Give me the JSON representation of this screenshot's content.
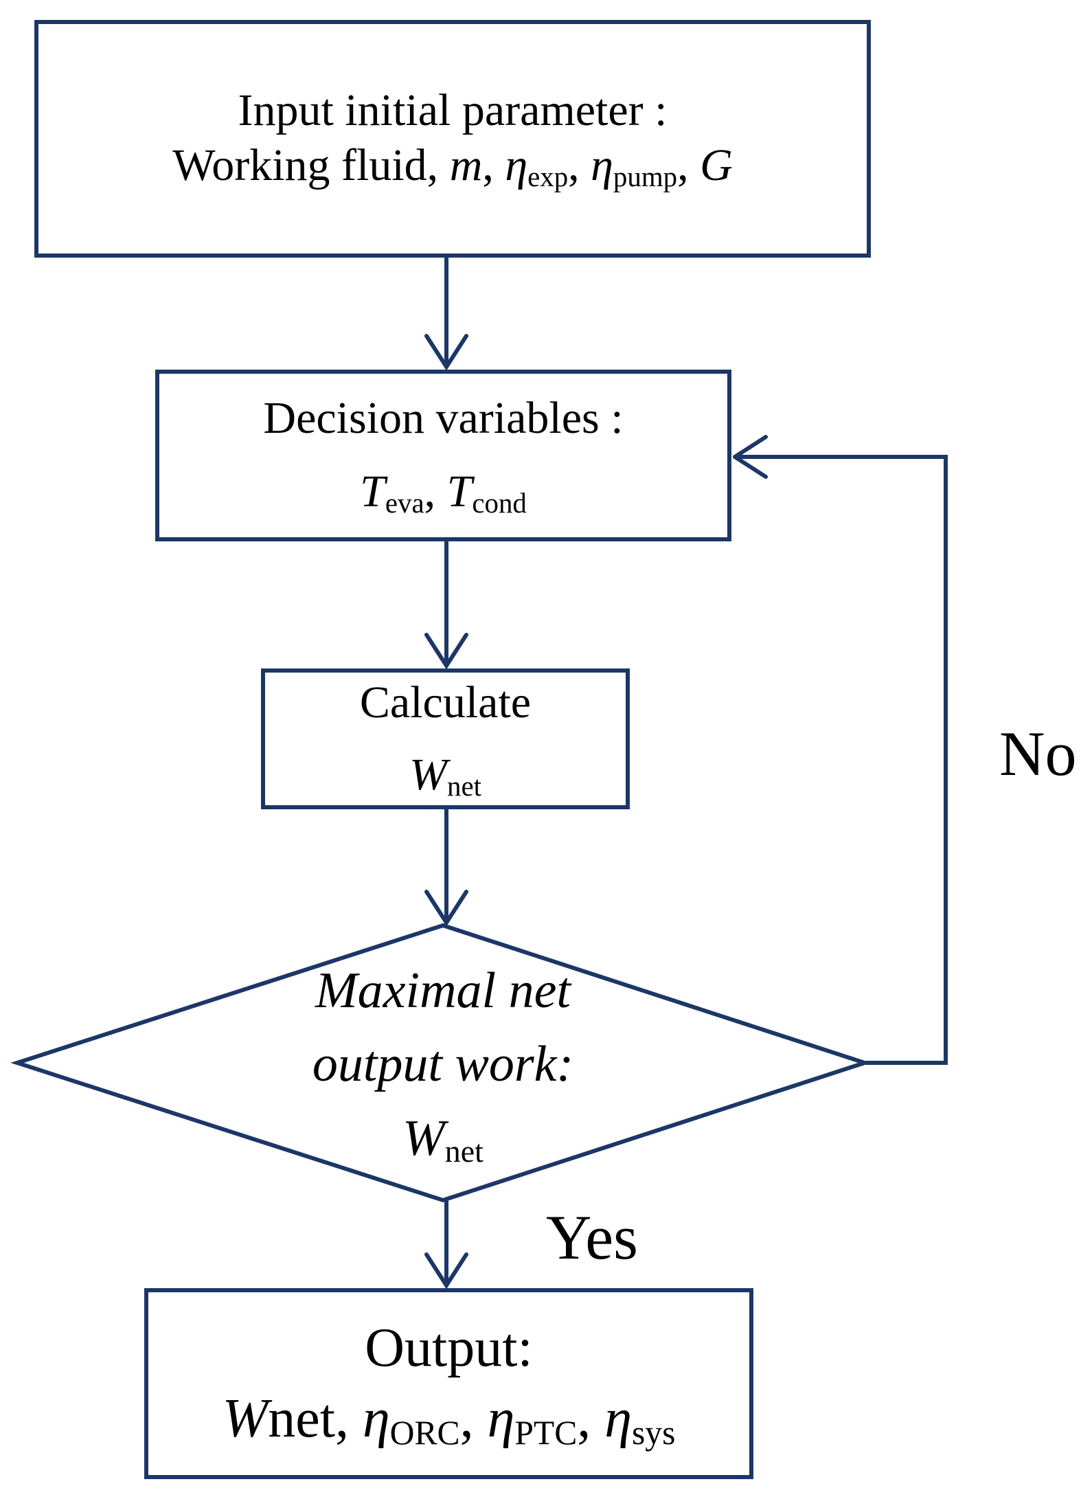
{
  "colors": {
    "line": "#1c3766",
    "text": "#000000",
    "background": "#ffffff"
  },
  "labels": {
    "yes": "Yes",
    "no": "No"
  },
  "nodes": {
    "input": {
      "line1": "Input initial parameter :",
      "line2": [
        {
          "text": "Working fluid, ",
          "style": "normal"
        },
        {
          "text": "m",
          "style": "italic"
        },
        {
          "text": ", ",
          "style": "normal"
        },
        {
          "text": "η",
          "style": "italic"
        },
        {
          "text": "exp",
          "style": "sub"
        },
        {
          "text": ", ",
          "style": "normal"
        },
        {
          "text": "η",
          "style": "italic"
        },
        {
          "text": "pump",
          "style": "sub"
        },
        {
          "text": ", ",
          "style": "normal"
        },
        {
          "text": "G",
          "style": "italic"
        }
      ]
    },
    "decision_variables": {
      "line1": "Decision variables :",
      "line2": [
        {
          "text": "T",
          "style": "italic"
        },
        {
          "text": "eva",
          "style": "sub"
        },
        {
          "text": ", ",
          "style": "normal"
        },
        {
          "text": "T",
          "style": "italic"
        },
        {
          "text": "cond",
          "style": "sub"
        }
      ]
    },
    "calculate": {
      "line1": "Calculate",
      "line2": [
        {
          "text": "W",
          "style": "italic"
        },
        {
          "text": "net",
          "style": "sub"
        }
      ]
    },
    "condition": {
      "line1": "Maximal net",
      "line2": "output work:",
      "line3": [
        {
          "text": "W",
          "style": "italic"
        },
        {
          "text": "net",
          "style": "sub"
        }
      ]
    },
    "output": {
      "line1": "Output:",
      "line2": [
        {
          "text": "W",
          "style": "italic"
        },
        {
          "text": "net, ",
          "style": "normal"
        },
        {
          "text": "η",
          "style": "italic"
        },
        {
          "text": "ORC",
          "style": "sub"
        },
        {
          "text": ", ",
          "style": "normal"
        },
        {
          "text": "η",
          "style": "italic"
        },
        {
          "text": "PTC",
          "style": "sub"
        },
        {
          "text": ", ",
          "style": "normal"
        },
        {
          "text": "η",
          "style": "italic"
        },
        {
          "text": "sys",
          "style": "sub"
        }
      ]
    }
  }
}
